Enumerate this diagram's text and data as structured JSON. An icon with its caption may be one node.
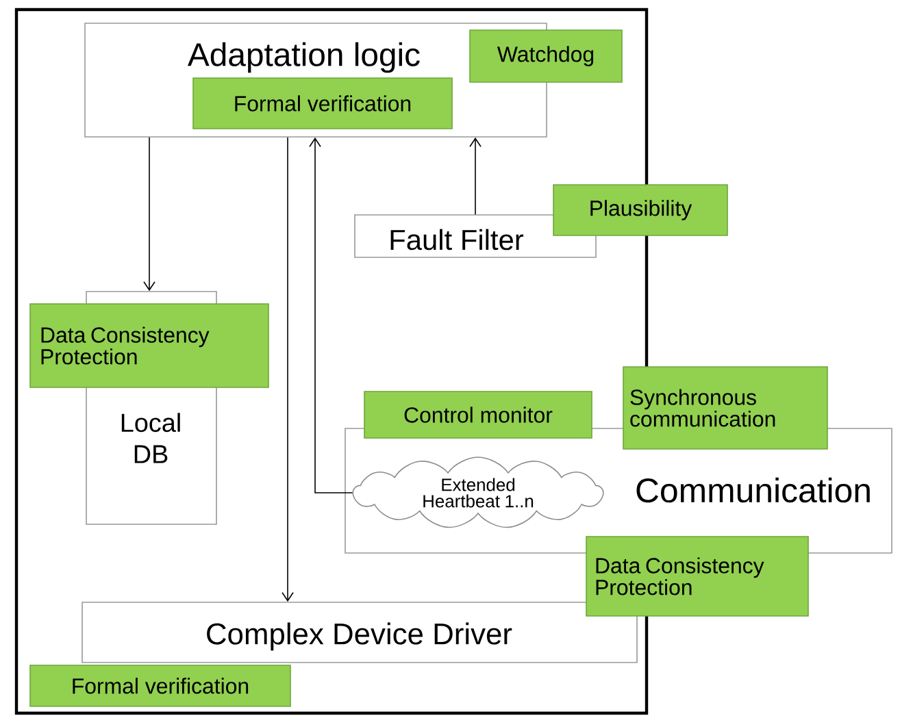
{
  "diagram": {
    "nodes": [
      {
        "text": [
          "Adaptation logic"
        ]
      },
      {
        "text": [
          "Watchdog"
        ]
      },
      {
        "text": [
          "Formal verification"
        ],
        "in": 0
      },
      {
        "text": [
          "Plausibility"
        ]
      },
      {
        "text": [
          "Fault Filter"
        ]
      },
      {
        "text": [
          "Data Consistency Protection"
        ]
      },
      {
        "text": [
          "Local DB"
        ]
      },
      {
        "text": [
          "Control monitor"
        ]
      },
      {
        "text": [
          "Synchronous communication"
        ]
      },
      {
        "text": [
          "Communication"
        ]
      },
      {
        "text": [
          "Extended Heartbeat 1..n"
        ],
        "in": 9
      },
      {
        "text": [
          "Data Consistency Protection"
        ]
      },
      {
        "text": [
          "Complex Device Driver"
        ]
      },
      {
        "text": [
          "Formal verification"
        ]
      }
    ],
    "edges": [
      {
        "from": 0,
        "to": 6,
        "arrow": "to"
      },
      {
        "from": 0,
        "to": 12,
        "arrow": "to"
      },
      {
        "from": 10,
        "to": 0,
        "arrow": "to"
      },
      {
        "from": 4,
        "to": 0,
        "arrow": "to"
      }
    ]
  }
}
